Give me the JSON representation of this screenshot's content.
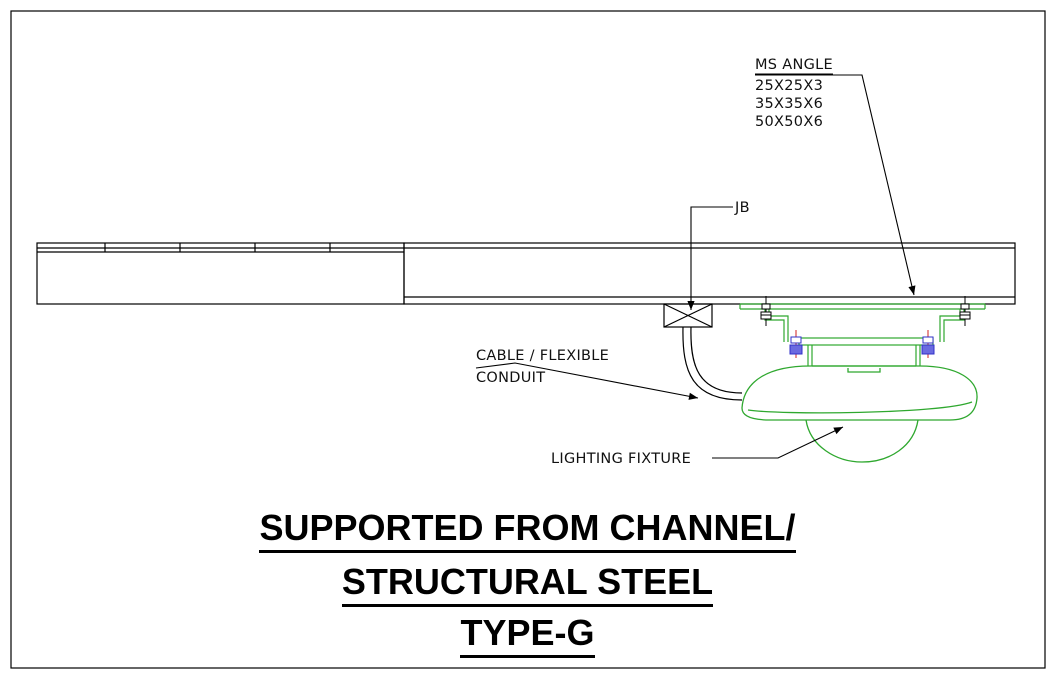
{
  "labels": {
    "ms_angle_heading": "MS ANGLE",
    "ms_angle_sizes": [
      "25X25X3",
      "35X35X6",
      "50X50X6"
    ],
    "junction_box": "JB",
    "cable_line_1": "CABLE / FLEXIBLE",
    "cable_line_2": "CONDUIT",
    "lighting_fixture": "LIGHTING FIXTURE"
  },
  "title": {
    "line_1": "SUPPORTED FROM CHANNEL/",
    "line_2": "STRUCTURAL STEEL",
    "line_3": "TYPE-G"
  },
  "colors": {
    "linework": "#000000",
    "fixture": "#2fa82f",
    "bolt": "#3030c8",
    "bolt_marker": "#d02020"
  }
}
